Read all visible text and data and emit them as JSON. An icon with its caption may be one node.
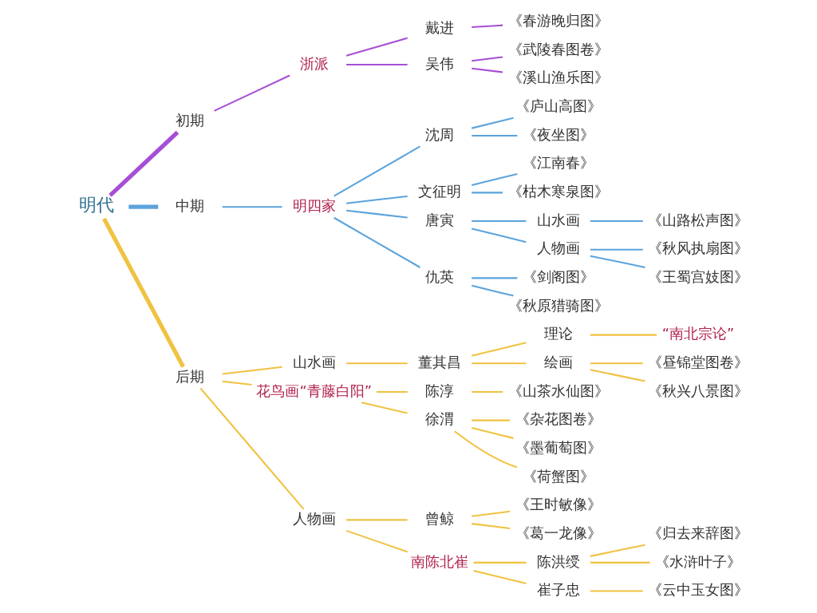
{
  "diagram": {
    "nodes": [
      {
        "text": [
          "明代"
        ]
      },
      {
        "text": [
          "初期"
        ]
      },
      {
        "text": [
          "浙派"
        ]
      },
      {
        "text": [
          "戴进"
        ]
      },
      {
        "text": [
          "《春游晚归图》"
        ]
      },
      {
        "text": [
          "吴伟"
        ]
      },
      {
        "text": [
          "《武陵春图卷》"
        ]
      },
      {
        "text": [
          "《溪山渔乐图》"
        ]
      },
      {
        "text": [
          "中期"
        ]
      },
      {
        "text": [
          "明四家"
        ]
      },
      {
        "text": [
          "沈周"
        ]
      },
      {
        "text": [
          "《庐山高图》"
        ]
      },
      {
        "text": [
          "《夜坐图》"
        ]
      },
      {
        "text": [
          "文征明"
        ]
      },
      {
        "text": [
          "《江南春》"
        ]
      },
      {
        "text": [
          "《枯木寒泉图》"
        ]
      },
      {
        "text": [
          "唐寅"
        ]
      },
      {
        "text": [
          "山水画"
        ]
      },
      {
        "text": [
          "《山路松声图》"
        ]
      },
      {
        "text": [
          "人物画"
        ]
      },
      {
        "text": [
          "《秋风执扇图》"
        ]
      },
      {
        "text": [
          "《王蜀宫妓图》"
        ]
      },
      {
        "text": [
          "仇英"
        ]
      },
      {
        "text": [
          "《剑阁图》"
        ]
      },
      {
        "text": [
          "《秋原猎骑图》"
        ]
      },
      {
        "text": [
          "后期"
        ]
      },
      {
        "text": [
          "山水画"
        ]
      },
      {
        "text": [
          "董其昌"
        ]
      },
      {
        "text": [
          "理论"
        ]
      },
      {
        "text": [
          "“南北宗论”"
        ]
      },
      {
        "text": [
          "绘画"
        ]
      },
      {
        "text": [
          "《昼锦堂图卷》"
        ]
      },
      {
        "text": [
          "《秋兴八景图》"
        ]
      },
      {
        "text": [
          "花鸟画“青藤白阳”"
        ]
      },
      {
        "text": [
          "陈淳"
        ]
      },
      {
        "text": [
          "《山茶水仙图》"
        ]
      },
      {
        "text": [
          "徐渭"
        ]
      },
      {
        "text": [
          "《杂花图卷》"
        ]
      },
      {
        "text": [
          "《墨葡萄图》"
        ]
      },
      {
        "text": [
          "《荷蟹图》"
        ]
      },
      {
        "text": [
          "人物画"
        ]
      },
      {
        "text": [
          "曾鲸"
        ]
      },
      {
        "text": [
          "《王时敏像》"
        ]
      },
      {
        "text": [
          "《葛一龙像》"
        ]
      },
      {
        "text": [
          "南陈北崔"
        ]
      },
      {
        "text": [
          "陈洪绶"
        ]
      },
      {
        "text": [
          "《归去来辞图》"
        ]
      },
      {
        "text": [
          "《水浒叶子》"
        ]
      },
      {
        "text": [
          "崔子忠"
        ]
      },
      {
        "text": [
          "《云中玉女图》"
        ]
      }
    ],
    "edges": [
      {
        "from": 0,
        "to": 1,
        "arrow": "none",
        "style": "thick",
        "color": "#a64fd6"
      },
      {
        "from": 1,
        "to": 2,
        "arrow": "none",
        "color": "#a64fd6"
      },
      {
        "from": 2,
        "to": 3,
        "arrow": "none",
        "color": "#a64fd6"
      },
      {
        "from": 3,
        "to": 4,
        "arrow": "none",
        "color": "#a64fd6"
      },
      {
        "from": 2,
        "to": 5,
        "arrow": "none",
        "color": "#a64fd6"
      },
      {
        "from": 5,
        "to": 6,
        "arrow": "none",
        "color": "#a64fd6"
      },
      {
        "from": 5,
        "to": 7,
        "arrow": "none",
        "color": "#a64fd6"
      },
      {
        "from": 0,
        "to": 8,
        "arrow": "none",
        "style": "thick",
        "color": "#5ba3dc"
      },
      {
        "from": 8,
        "to": 9,
        "arrow": "none",
        "color": "#5ba3dc"
      },
      {
        "from": 9,
        "to": 10,
        "arrow": "none",
        "color": "#5ba3dc"
      },
      {
        "from": 10,
        "to": 11,
        "arrow": "none",
        "color": "#5ba3dc"
      },
      {
        "from": 10,
        "to": 12,
        "arrow": "none",
        "color": "#5ba3dc"
      },
      {
        "from": 9,
        "to": 13,
        "arrow": "none",
        "color": "#5ba3dc"
      },
      {
        "from": 13,
        "to": 14,
        "arrow": "none",
        "color": "#5ba3dc"
      },
      {
        "from": 13,
        "to": 15,
        "arrow": "none",
        "color": "#5ba3dc"
      },
      {
        "from": 9,
        "to": 16,
        "arrow": "none",
        "color": "#5ba3dc"
      },
      {
        "from": 16,
        "to": 17,
        "arrow": "none",
        "color": "#5ba3dc"
      },
      {
        "from": 17,
        "to": 18,
        "arrow": "none",
        "color": "#5ba3dc"
      },
      {
        "from": 16,
        "to": 19,
        "arrow": "none",
        "color": "#5ba3dc"
      },
      {
        "from": 19,
        "to": 20,
        "arrow": "none",
        "color": "#5ba3dc"
      },
      {
        "from": 19,
        "to": 21,
        "arrow": "none",
        "color": "#5ba3dc"
      },
      {
        "from": 9,
        "to": 22,
        "arrow": "none",
        "color": "#5ba3dc"
      },
      {
        "from": 22,
        "to": 23,
        "arrow": "none",
        "color": "#5ba3dc"
      },
      {
        "from": 22,
        "to": 24,
        "arrow": "none",
        "color": "#5ba3dc"
      },
      {
        "from": 0,
        "to": 25,
        "arrow": "none",
        "style": "thick"
      },
      {
        "from": 25,
        "to": 26,
        "arrow": "none"
      },
      {
        "from": 26,
        "to": 27,
        "arrow": "none"
      },
      {
        "from": 27,
        "to": 28,
        "arrow": "none"
      },
      {
        "from": 28,
        "to": 29,
        "arrow": "none"
      },
      {
        "from": 27,
        "to": 30,
        "arrow": "none"
      },
      {
        "from": 30,
        "to": 31,
        "arrow": "none"
      },
      {
        "from": 30,
        "to": 32,
        "arrow": "none"
      },
      {
        "from": 25,
        "to": 33,
        "arrow": "none"
      },
      {
        "from": 33,
        "to": 34,
        "arrow": "none"
      },
      {
        "from": 34,
        "to": 35,
        "arrow": "none"
      },
      {
        "from": 33,
        "to": 36,
        "arrow": "none"
      },
      {
        "from": 36,
        "to": 37,
        "arrow": "none"
      },
      {
        "from": 36,
        "to": 38,
        "arrow": "none"
      },
      {
        "from": 36,
        "to": 39,
        "arrow": "none"
      },
      {
        "from": 25,
        "to": 40,
        "arrow": "none"
      },
      {
        "from": 40,
        "to": 41,
        "arrow": "none"
      },
      {
        "from": 41,
        "to": 42,
        "arrow": "none"
      },
      {
        "from": 41,
        "to": 43,
        "arrow": "none"
      },
      {
        "from": 40,
        "to": 44,
        "arrow": "none"
      },
      {
        "from": 44,
        "to": 45,
        "arrow": "none"
      },
      {
        "from": 45,
        "to": 46,
        "arrow": "none"
      },
      {
        "from": 45,
        "to": 47,
        "arrow": "none"
      },
      {
        "from": 44,
        "to": 48,
        "arrow": "none"
      },
      {
        "from": 48,
        "to": 49,
        "arrow": "none"
      }
    ]
  }
}
